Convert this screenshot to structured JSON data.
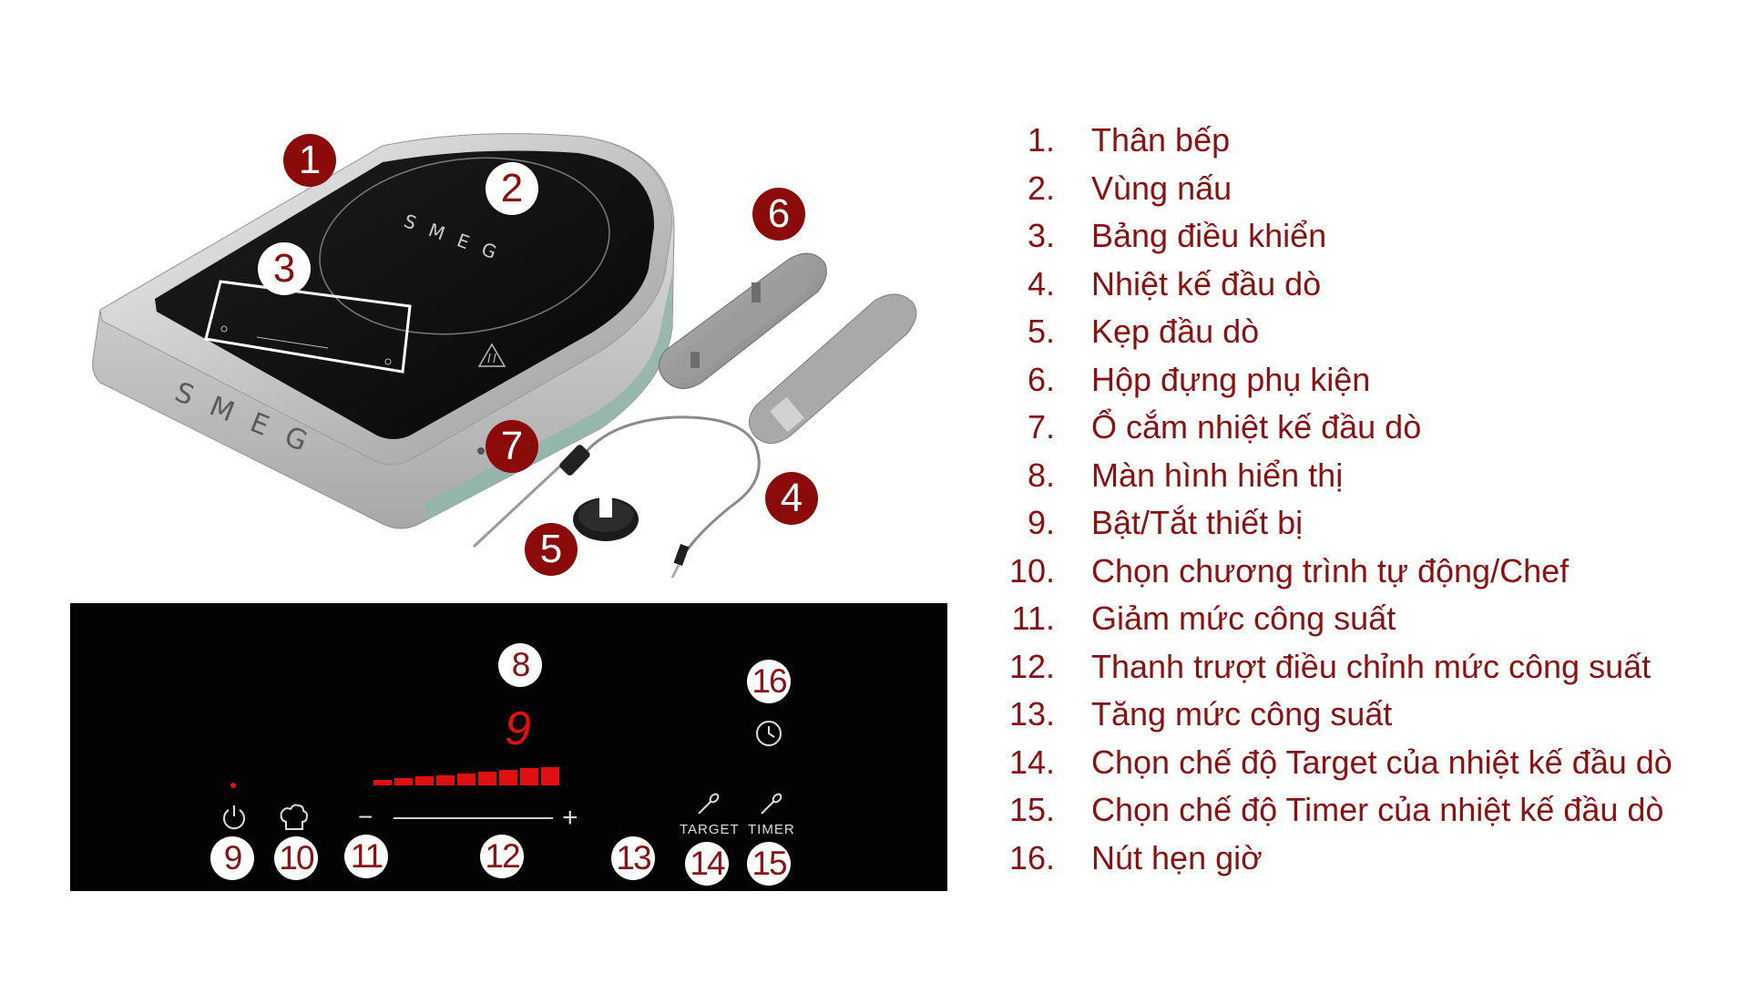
{
  "colors": {
    "accent": "#8a1111",
    "badge_dark": "#8b0b0b",
    "panel_bg": "#030303",
    "display_red": "#e01010"
  },
  "product": {
    "brand_mark": "SMEG",
    "callouts": [
      {
        "id": "1",
        "label": "1"
      },
      {
        "id": "2",
        "label": "2"
      },
      {
        "id": "3",
        "label": "3"
      },
      {
        "id": "4",
        "label": "4"
      },
      {
        "id": "5",
        "label": "5"
      },
      {
        "id": "6",
        "label": "6"
      },
      {
        "id": "7",
        "label": "7"
      }
    ]
  },
  "panel": {
    "display_value": "9",
    "power_level_fraction": 1.0,
    "target_label": "TARGET",
    "timer_label": "TIMER",
    "minus_symbol": "−",
    "plus_symbol": "+",
    "icons": [
      "power-icon",
      "chef-hat-icon",
      "probe-icon",
      "clock-icon"
    ],
    "callouts": [
      {
        "id": "8",
        "label": "8"
      },
      {
        "id": "9",
        "label": "9"
      },
      {
        "id": "10",
        "label": "10"
      },
      {
        "id": "11",
        "label": "11"
      },
      {
        "id": "12",
        "label": "12"
      },
      {
        "id": "13",
        "label": "13"
      },
      {
        "id": "14",
        "label": "14"
      },
      {
        "id": "15",
        "label": "15"
      },
      {
        "id": "16",
        "label": "16"
      }
    ]
  },
  "legend": [
    {
      "num": "1.",
      "text": "Thân bếp"
    },
    {
      "num": "2.",
      "text": "Vùng nấu"
    },
    {
      "num": "3.",
      "text": "Bảng điều khiển"
    },
    {
      "num": "4.",
      "text": "Nhiệt kế đầu dò"
    },
    {
      "num": "5.",
      "text": "Kẹp đầu dò"
    },
    {
      "num": "6.",
      "text": "Hộp đựng phụ kiện"
    },
    {
      "num": "7.",
      "text": "Ổ cắm nhiệt kế đầu dò"
    },
    {
      "num": "8.",
      "text": "Màn hình hiển thị"
    },
    {
      "num": "9.",
      "text": "Bật/Tắt thiết bị"
    },
    {
      "num": "10.",
      "text": "Chọn chương trình tự động/Chef"
    },
    {
      "num": "11.",
      "text": "Giảm mức công suất"
    },
    {
      "num": "12.",
      "text": "Thanh trượt điều chỉnh mức công suất"
    },
    {
      "num": "13.",
      "text": "Tăng mức công suất"
    },
    {
      "num": "14.",
      "text": "Chọn chế độ Target của nhiệt kế đầu dò"
    },
    {
      "num": "15.",
      "text": "Chọn chế độ Timer của nhiệt kế đầu dò"
    },
    {
      "num": "16.",
      "text": "Nút hẹn giờ"
    }
  ]
}
